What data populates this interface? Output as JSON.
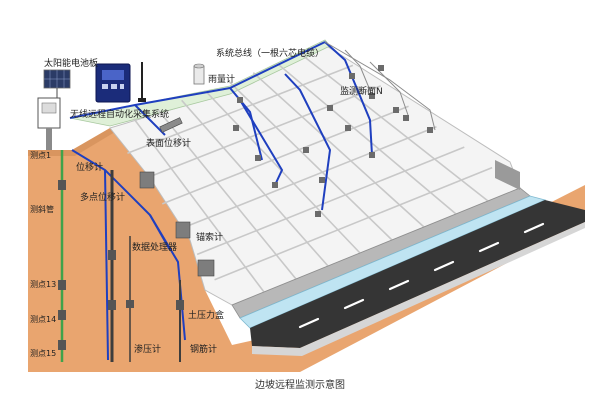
{
  "labels": {
    "solar_panel": "太阳能电池板",
    "system_bus": "系统总线（一根六芯电缆）",
    "rain_gauge": "雨量计",
    "monitor_section": "监测断面N",
    "wireless_system": "无线远程自动化采集系统",
    "surface_disp": "表面位移计",
    "disp_gauge": "位移计",
    "multi_disp": "多点位移计",
    "data_processor": "数据处理器",
    "anchor_meter": "锚索计",
    "earth_pressure": "土压力盒",
    "piezometer": "渗压计",
    "rebar_meter": "钢筋计",
    "incl_tube": "测斜管",
    "point_1": "测点1",
    "point_13": "测点13",
    "point_14": "测点14",
    "point_15": "测点15"
  },
  "caption": "边坡远程监测示意图",
  "colors": {
    "soil": "#e9a56f",
    "soil_dark": "#c98650",
    "grid_panel": "#f4f4f4",
    "grid_line": "#c8c8c8",
    "cable": "#1f3fbf",
    "cable_green": "#3fa34a",
    "road": "#353535",
    "water": "#bfe4f2",
    "wall": "#a9a9a9",
    "crest": "#dff0d8"
  },
  "icons": [
    "solar-panel-icon",
    "datalogger-icon",
    "antenna-icon",
    "rain-gauge-icon",
    "sensor-icon"
  ]
}
